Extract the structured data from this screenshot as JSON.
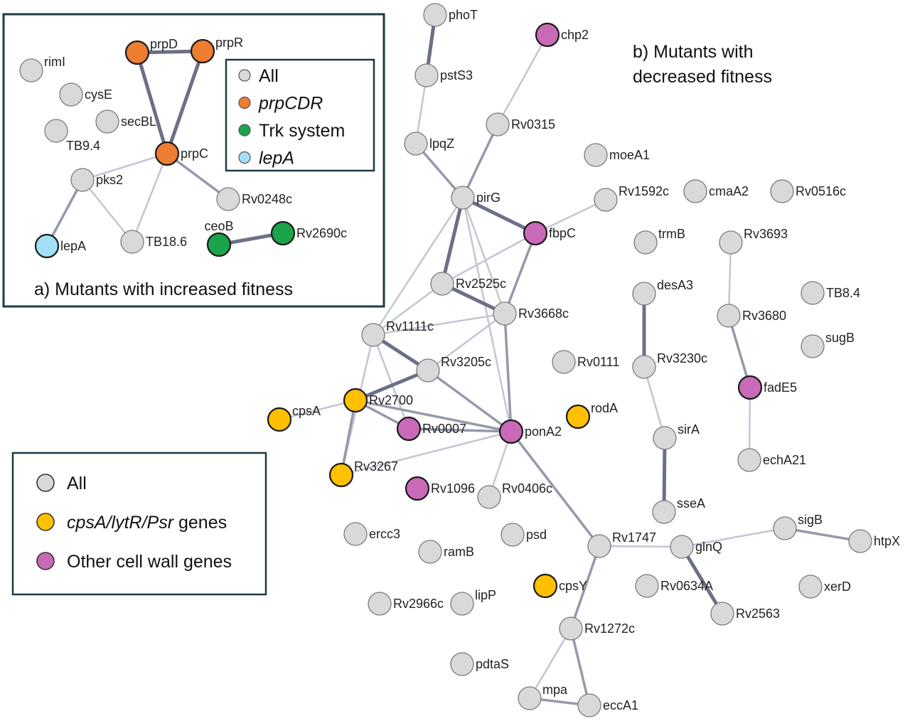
{
  "colors": {
    "gray": "#d9d9d9",
    "orange": "#ed7d31",
    "green": "#1aa54a",
    "lightblue": "#a3dff5",
    "yellow": "#ffc000",
    "magenta": "#c86ab8",
    "edge_light": "#c3c6d3",
    "edge_mid": "#9599ab",
    "edge_dark": "#6b7087",
    "frame": "#1f3a45"
  },
  "panel_a": {
    "caption": "a) Mutants with increased fitness",
    "legend": [
      {
        "label": "All",
        "color": "gray",
        "italic": false
      },
      {
        "label": "prpCDR",
        "color": "orange",
        "italic": true
      },
      {
        "label": "Trk system",
        "color": "green",
        "italic": false
      },
      {
        "label": "lepA",
        "color": "lightblue",
        "italic": true
      }
    ],
    "nodes": [
      {
        "id": "rimI",
        "label": "rimI",
        "color": "gray"
      },
      {
        "id": "cysE",
        "label": "cysE",
        "color": "gray"
      },
      {
        "id": "secBL",
        "label": "secBL",
        "color": "gray"
      },
      {
        "id": "TB9.4",
        "label": "TB9.4",
        "color": "gray"
      },
      {
        "id": "prpD",
        "label": "prpD",
        "color": "orange"
      },
      {
        "id": "prpR",
        "label": "prpR",
        "color": "orange"
      },
      {
        "id": "prpC",
        "label": "prpC",
        "color": "orange"
      },
      {
        "id": "pks2",
        "label": "pks2",
        "color": "gray"
      },
      {
        "id": "Rv0248c",
        "label": "Rv0248c",
        "color": "gray"
      },
      {
        "id": "lepA",
        "label": "lepA",
        "color": "lightblue"
      },
      {
        "id": "TB18.6",
        "label": "TB18.6",
        "color": "gray"
      },
      {
        "id": "ceoB",
        "label": "ceoB",
        "color": "green"
      },
      {
        "id": "Rv2690c",
        "label": "Rv2690c",
        "color": "green"
      }
    ],
    "edges": [
      {
        "from": "prpD",
        "to": "prpR",
        "weight": "strong"
      },
      {
        "from": "prpD",
        "to": "prpC",
        "weight": "strong"
      },
      {
        "from": "prpR",
        "to": "prpC",
        "weight": "strong"
      },
      {
        "from": "prpC",
        "to": "pks2",
        "weight": "weak"
      },
      {
        "from": "prpC",
        "to": "TB18.6",
        "weight": "weak"
      },
      {
        "from": "prpC",
        "to": "Rv0248c",
        "weight": "medium"
      },
      {
        "from": "pks2",
        "to": "lepA",
        "weight": "medium"
      },
      {
        "from": "pks2",
        "to": "TB18.6",
        "weight": "weak"
      },
      {
        "from": "ceoB",
        "to": "Rv2690c",
        "weight": "strong"
      }
    ]
  },
  "panel_b": {
    "caption_line1": "b) Mutants with",
    "caption_line2": "decreased fitness",
    "legend": [
      {
        "label": "All",
        "color": "gray",
        "italic": false
      },
      {
        "label": "cpsA/lytR/Psr",
        "suffix": " genes",
        "color": "yellow",
        "italic": true
      },
      {
        "label": "Other cell wall genes",
        "color": "magenta",
        "italic": false
      }
    ],
    "nodes": [
      {
        "id": "phoT",
        "label": "phoT",
        "color": "gray"
      },
      {
        "id": "chp2",
        "label": "chp2",
        "color": "magenta"
      },
      {
        "id": "pstS3",
        "label": "pstS3",
        "color": "gray"
      },
      {
        "id": "Rv0315",
        "label": "Rv0315",
        "color": "gray"
      },
      {
        "id": "lpqZ",
        "label": "lpqZ",
        "color": "gray"
      },
      {
        "id": "moeA1",
        "label": "moeA1",
        "color": "gray"
      },
      {
        "id": "pirG",
        "label": "pirG",
        "color": "gray"
      },
      {
        "id": "Rv1592c",
        "label": "Rv1592c",
        "color": "gray"
      },
      {
        "id": "cmaA2",
        "label": "cmaA2",
        "color": "gray"
      },
      {
        "id": "Rv0516c",
        "label": "Rv0516c",
        "color": "gray"
      },
      {
        "id": "fbpC",
        "label": "fbpC",
        "color": "magenta"
      },
      {
        "id": "trmB",
        "label": "trmB",
        "color": "gray"
      },
      {
        "id": "Rv3693",
        "label": "Rv3693",
        "color": "gray"
      },
      {
        "id": "Rv2525c",
        "label": "Rv2525c",
        "color": "gray"
      },
      {
        "id": "desA3",
        "label": "desA3",
        "color": "gray"
      },
      {
        "id": "TB8.4",
        "label": "TB8.4",
        "color": "gray"
      },
      {
        "id": "Rv3668c",
        "label": "Rv3668c",
        "color": "gray"
      },
      {
        "id": "Rv3680",
        "label": "Rv3680",
        "color": "gray"
      },
      {
        "id": "Rv1111c",
        "label": "Rv1111c",
        "color": "gray"
      },
      {
        "id": "sugB",
        "label": "sugB",
        "color": "gray"
      },
      {
        "id": "Rv0111",
        "label": "Rv0111",
        "color": "gray"
      },
      {
        "id": "Rv3230c",
        "label": "Rv3230c",
        "color": "gray"
      },
      {
        "id": "Rv3205c",
        "label": "Rv3205c",
        "color": "gray"
      },
      {
        "id": "fadE5",
        "label": "fadE5",
        "color": "magenta"
      },
      {
        "id": "Rv2700",
        "label": "Rv2700",
        "color": "yellow"
      },
      {
        "id": "cpsA",
        "label": "cpsA",
        "color": "yellow"
      },
      {
        "id": "rodA",
        "label": "rodA",
        "color": "yellow"
      },
      {
        "id": "Rv0007",
        "label": "Rv0007",
        "color": "magenta"
      },
      {
        "id": "ponA2",
        "label": "ponA2",
        "color": "magenta"
      },
      {
        "id": "sirA",
        "label": "sirA",
        "color": "gray"
      },
      {
        "id": "echA21",
        "label": "echA21",
        "color": "gray"
      },
      {
        "id": "Rv3267",
        "label": "Rv3267",
        "color": "yellow"
      },
      {
        "id": "Rv1096",
        "label": "Rv1096",
        "color": "magenta"
      },
      {
        "id": "Rv0406c",
        "label": "Rv0406c",
        "color": "gray"
      },
      {
        "id": "sseA",
        "label": "sseA",
        "color": "gray"
      },
      {
        "id": "ercc3",
        "label": "ercc3",
        "color": "gray"
      },
      {
        "id": "psd",
        "label": "psd",
        "color": "gray"
      },
      {
        "id": "sigB",
        "label": "sigB",
        "color": "gray"
      },
      {
        "id": "htpX",
        "label": "htpX",
        "color": "gray"
      },
      {
        "id": "ramB",
        "label": "ramB",
        "color": "gray"
      },
      {
        "id": "Rv1747",
        "label": "Rv1747",
        "color": "gray"
      },
      {
        "id": "glnQ",
        "label": "glnQ",
        "color": "gray"
      },
      {
        "id": "cpsY",
        "label": "cpsY",
        "color": "yellow"
      },
      {
        "id": "Rv0634A",
        "label": "Rv0634A",
        "color": "gray"
      },
      {
        "id": "xerD",
        "label": "xerD",
        "color": "gray"
      },
      {
        "id": "Rv2966c",
        "label": "Rv2966c",
        "color": "gray"
      },
      {
        "id": "lipP",
        "label": "lipP",
        "color": "gray"
      },
      {
        "id": "Rv2563",
        "label": "Rv2563",
        "color": "gray"
      },
      {
        "id": "Rv1272c",
        "label": "Rv1272c",
        "color": "gray"
      },
      {
        "id": "pdtaS",
        "label": "pdtaS",
        "color": "gray"
      },
      {
        "id": "mpa",
        "label": "mpa",
        "color": "gray"
      },
      {
        "id": "eccA1",
        "label": "eccA1",
        "color": "gray"
      }
    ],
    "edges": [
      {
        "from": "phoT",
        "to": "pstS3",
        "weight": "strong"
      },
      {
        "from": "pstS3",
        "to": "lpqZ",
        "weight": "weak"
      },
      {
        "from": "lpqZ",
        "to": "pirG",
        "weight": "medium"
      },
      {
        "from": "chp2",
        "to": "Rv0315",
        "weight": "weak"
      },
      {
        "from": "Rv0315",
        "to": "pirG",
        "weight": "medium"
      },
      {
        "from": "pirG",
        "to": "fbpC",
        "weight": "strong"
      },
      {
        "from": "pirG",
        "to": "Rv2525c",
        "weight": "strong"
      },
      {
        "from": "pirG",
        "to": "Rv3668c",
        "weight": "weak"
      },
      {
        "from": "pirG",
        "to": "Rv1111c",
        "weight": "weak"
      },
      {
        "from": "pirG",
        "to": "ponA2",
        "weight": "weak"
      },
      {
        "from": "Rv1592c",
        "to": "fbpC",
        "weight": "weak"
      },
      {
        "from": "fbpC",
        "to": "Rv2525c",
        "weight": "weak"
      },
      {
        "from": "fbpC",
        "to": "Rv3668c",
        "weight": "medium"
      },
      {
        "from": "Rv2525c",
        "to": "Rv3668c",
        "weight": "strong"
      },
      {
        "from": "Rv2525c",
        "to": "Rv1111c",
        "weight": "weak"
      },
      {
        "from": "Rv3668c",
        "to": "Rv1111c",
        "weight": "weak"
      },
      {
        "from": "Rv3668c",
        "to": "Rv3205c",
        "weight": "weak"
      },
      {
        "from": "Rv3668c",
        "to": "ponA2",
        "weight": "medium"
      },
      {
        "from": "Rv1111c",
        "to": "Rv3205c",
        "weight": "strong"
      },
      {
        "from": "Rv1111c",
        "to": "Rv0007",
        "weight": "weak"
      },
      {
        "from": "Rv1111c",
        "to": "Rv3267",
        "weight": "weak"
      },
      {
        "from": "Rv3205c",
        "to": "Rv2700",
        "weight": "strong"
      },
      {
        "from": "Rv3205c",
        "to": "ponA2",
        "weight": "medium"
      },
      {
        "from": "Rv2700",
        "to": "cpsA",
        "weight": "weak"
      },
      {
        "from": "Rv2700",
        "to": "Rv3267",
        "weight": "medium"
      },
      {
        "from": "Rv2700",
        "to": "Rv0007",
        "weight": "medium"
      },
      {
        "from": "Rv2700",
        "to": "ponA2",
        "weight": "medium"
      },
      {
        "from": "Rv0007",
        "to": "ponA2",
        "weight": "medium"
      },
      {
        "from": "Rv3267",
        "to": "ponA2",
        "weight": "weak"
      },
      {
        "from": "ponA2",
        "to": "Rv0406c",
        "weight": "weak"
      },
      {
        "from": "ponA2",
        "to": "Rv1747",
        "weight": "medium"
      },
      {
        "from": "Rv1747",
        "to": "glnQ",
        "weight": "weak"
      },
      {
        "from": "Rv1747",
        "to": "Rv1272c",
        "weight": "medium"
      },
      {
        "from": "glnQ",
        "to": "sigB",
        "weight": "weak"
      },
      {
        "from": "sigB",
        "to": "htpX",
        "weight": "medium"
      },
      {
        "from": "glnQ",
        "to": "Rv2563",
        "weight": "strong"
      },
      {
        "from": "Rv1272c",
        "to": "mpa",
        "weight": "weak"
      },
      {
        "from": "Rv1272c",
        "to": "eccA1",
        "weight": "medium"
      },
      {
        "from": "mpa",
        "to": "eccA1",
        "weight": "medium"
      },
      {
        "from": "desA3",
        "to": "Rv3230c",
        "weight": "strong"
      },
      {
        "from": "Rv3230c",
        "to": "sirA",
        "weight": "weak"
      },
      {
        "from": "sirA",
        "to": "sseA",
        "weight": "strong"
      },
      {
        "from": "Rv3693",
        "to": "Rv3680",
        "weight": "weak"
      },
      {
        "from": "Rv3680",
        "to": "fadE5",
        "weight": "medium"
      },
      {
        "from": "fadE5",
        "to": "echA21",
        "weight": "weak"
      }
    ]
  }
}
